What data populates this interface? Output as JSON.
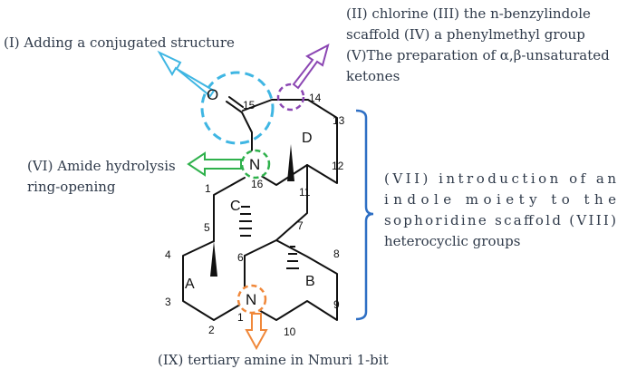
{
  "annotations": {
    "a1": "(I) Adding a conjugated structure",
    "a2_line1": "(II) chlorine (III) the n-benzylindole",
    "a2_line2": "scaffold (IV) a phenylmethyl group",
    "a2_line3": "(V)The preparation of α,β-unsaturated",
    "a2_line4": "ketones",
    "a6_line1": "(VI) Amide hydrolysis",
    "a6_line2": "ring-opening",
    "a7_line1": "(VII) introduction of an",
    "a7_line2": "indole moiety to the",
    "a7_line3": "sophoridine scaffold (VIII)",
    "a7_line4": "heterocyclic groups",
    "a9": "(IX) tertiary amine in Nmuri 1-bit"
  },
  "atoms": {
    "oxygen": "O",
    "nitrogen_amide": "N",
    "nitrogen_amine": "N"
  },
  "ring_labels": {
    "a": "A",
    "b": "B",
    "c": "C",
    "d": "D"
  },
  "position_numbers": {
    "n1": "1",
    "n2": "2",
    "n3": "3",
    "n4": "4",
    "n5": "5",
    "n6": "6",
    "n7": "7",
    "n8": "8",
    "n9": "9",
    "n10": "10",
    "n11": "11",
    "n12": "12",
    "n13": "13",
    "n14": "14",
    "n15": "15",
    "n16": "16",
    "n1b": "1"
  },
  "colors": {
    "cyan": "#3fb6e3",
    "purple": "#8b46b3",
    "green": "#2fb14c",
    "orange": "#f0883a",
    "blue": "#2e6fc4",
    "text": "#2f3a4a",
    "bond": "#111111"
  }
}
